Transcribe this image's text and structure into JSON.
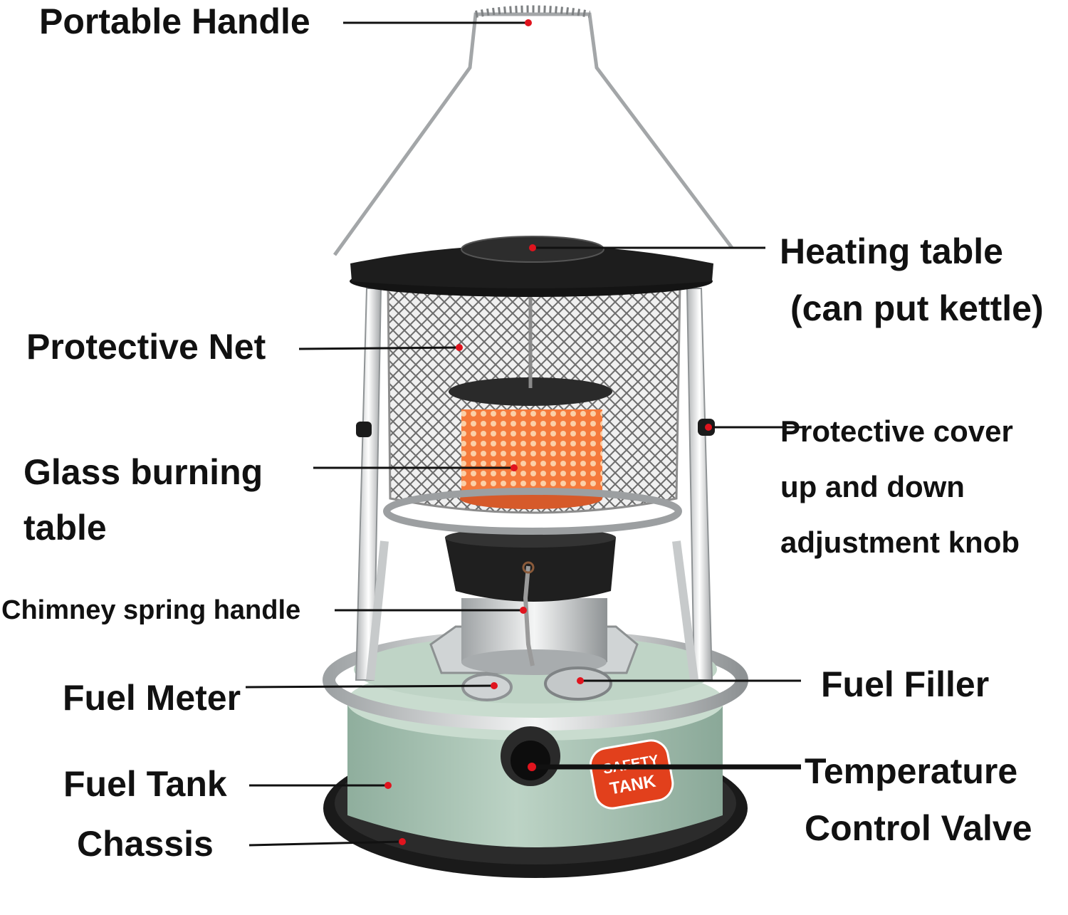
{
  "diagram": {
    "labels": {
      "portable_handle": "Portable Handle",
      "heating_table_line1": "Heating table",
      "heating_table_line2": "(can put kettle)",
      "protective_net": "Protective Net",
      "glass_burning_table_line1": "Glass burning",
      "glass_burning_table_line2": "table",
      "protective_cover_line1": "Protective cover",
      "protective_cover_line2": "up and down",
      "protective_cover_line3": "adjustment knob",
      "chimney_spring_handle": "Chimney spring handle",
      "fuel_meter": "Fuel Meter",
      "fuel_filler": "Fuel Filler",
      "fuel_tank": "Fuel Tank",
      "temperature_line1": "Temperature",
      "temperature_line2": "Control Valve",
      "chassis": "Chassis"
    },
    "tank_badge": {
      "line1": "SAFETY",
      "line2": "TANK"
    },
    "colors": {
      "marker": "#e0141e",
      "leader": "#111111",
      "tank": "#a9c3b4",
      "chrome": "#d8dadb",
      "top_cover": "#1d1d1d",
      "glow": "#f26a32",
      "badge": "#e2401c"
    }
  }
}
